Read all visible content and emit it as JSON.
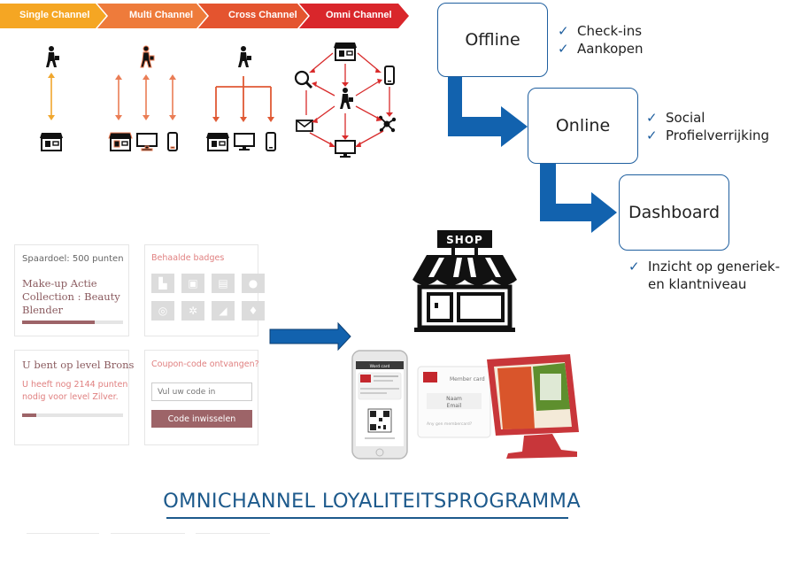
{
  "channels": [
    {
      "label": "Single Channel",
      "color": "#f5a623"
    },
    {
      "label": "Multi Channel",
      "color": "#ee7b3b"
    },
    {
      "label": "Cross Channel",
      "color": "#e4542f"
    },
    {
      "label": "Omni Channel",
      "color": "#d9262b"
    }
  ],
  "shop_sign": "SHOP",
  "flow": {
    "steps": [
      {
        "label": "Offline",
        "checks": [
          "Check-ins",
          "Aankopen"
        ]
      },
      {
        "label": "Online",
        "checks": [
          "Social",
          "Profielverrijking"
        ]
      },
      {
        "label": "Dashboard",
        "checks": [
          "Inzicht op generiek-",
          "en klantniveau"
        ]
      }
    ],
    "arrow_color": "#1262ae"
  },
  "loyalty": {
    "savings": {
      "goal": "Spaardoel: 500 punten",
      "product_line1": "Make-up Actie",
      "product_line2": "Collection : Beauty",
      "product_line3": "Blender",
      "progress": 0.72
    },
    "badges": {
      "title": "Behaalde badges",
      "items": [
        "boot-icon",
        "photo-icon",
        "certificate-icon",
        "group-icon",
        "piggy-bank-icon",
        "molecule-icon",
        "cap-icon",
        "thumbs-up-icon"
      ]
    },
    "level": {
      "title": "U bent op level Brons",
      "line1": "U heeft nog 2144 punten",
      "line2": "nodig voor level Zilver.",
      "progress": 0.14
    },
    "coupon": {
      "title": "Coupon-code ontvangen?",
      "placeholder": "Vul uw code in",
      "button": "Code inwisselen"
    },
    "accent_color": "#9d6468"
  },
  "devices": {
    "phone_header": "Word card",
    "card_title": "Member card",
    "card_name": "Naam",
    "card_email": "Email",
    "card_link": "Any gen membercard?"
  },
  "title": "OMNICHANNEL LOYALITEITSPROGRAMMA",
  "title_color": "#1d5a8c"
}
